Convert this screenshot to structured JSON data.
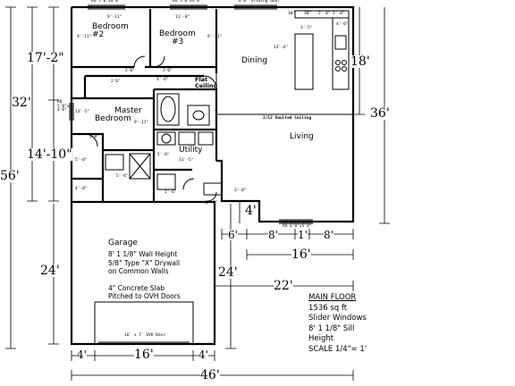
{
  "rooms": {
    "bedroom2": [
      "Bedroom",
      "#2"
    ],
    "bedroom3": [
      "Bedroom",
      "#3"
    ],
    "dining": "Dining",
    "living": "Living",
    "master": [
      "Master",
      "Bedroom"
    ],
    "utility": "Utility",
    "garage": "Garage"
  },
  "garage_notes": [
    "8' 1 1/8\" Wall Height",
    "5/8\" Type \"X\" Drywall",
    "on Common Walls",
    "4\" Concrete Slab",
    "Pitched to OVH Doors"
  ],
  "garage_door": "16' x 7' OVH Door",
  "ceiling_labels": {
    "flat": [
      "Flat",
      "Ceiling"
    ],
    "vaulted": "3/12 Vaulted Ceiling"
  },
  "window_labels": {
    "w1": "RO 5'0\"x4'0\"",
    "w2": "RO 5'0\"x4'0\"",
    "sliding": "6'0\" Sliding door",
    "master_side": [
      "RO",
      "5'0\"x",
      "4'0\""
    ],
    "living_bottom": "RO 6'0\"x5'0\""
  },
  "small_dims": {
    "b2_w": "9'-11\"",
    "b3_w": "9'-11\"",
    "b3_h": "11'-0\"",
    "b2_h": "9'-11\"",
    "hall": "3'-6\"",
    "master_w": "13'-5\"",
    "master_h": "9'-11\"",
    "kit_a": "30\"",
    "kit_b": "30\"",
    "kit_c": "2'-0\"",
    "kit_d": "3'-0\"",
    "kit_e": "4'-0\"",
    "kit_f": "13'-6\"",
    "kit_g": "3'-5\"",
    "d28": "2'8\"",
    "d30": "3'0\"",
    "d26": "2'6\"",
    "d20": "2'0\"",
    "util_a": "5'-0\"",
    "util_b": "11'-5\"",
    "bath_a": "5'-6\"",
    "bath_b": "4'-0\"",
    "wall_a": "2'-6\"",
    "wall_b": "5'-0\"",
    "gar_a": "3'-0\"",
    "gar_b": "2'-6\""
  },
  "dimensions": {
    "left_outer": "56'",
    "left_upper": "32'",
    "left_17": "17'-2\"",
    "left_14": "14'-10\"",
    "left_garage": "24'",
    "right_18": "18'",
    "right_36": "36'",
    "right_4": "4'",
    "bot_6": "6'",
    "bot_8a": "8'",
    "bot_1": "1'",
    "bot_8b": "8'",
    "bot_16": "16'",
    "bot_22": "22'",
    "mid_24": "24'",
    "garage_4a": "4'",
    "garage_16": "16'",
    "garage_4b": "4'",
    "total_46": "46'"
  },
  "legend": {
    "title": "MAIN FLOOR",
    "area": "1536 sq ft",
    "windows": "Slider Windows",
    "sill": "8' 1 1/8\" Sill",
    "height": "Height",
    "scale": "SCALE 1/4\"= 1'"
  }
}
